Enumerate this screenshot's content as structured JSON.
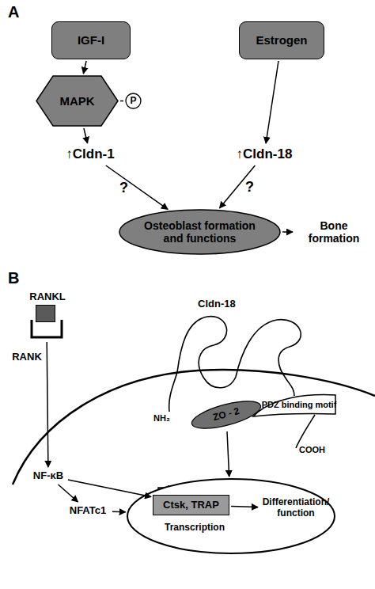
{
  "diagram": {
    "nodes": [
      {
        "text": [
          "IGF-I"
        ]
      },
      {
        "text": [
          "Estrogen"
        ]
      },
      {
        "text": [
          "MAPK"
        ]
      },
      {
        "text": [
          "P"
        ]
      },
      {
        "text": [
          "↑Cldn-1"
        ]
      },
      {
        "text": [
          "↑Cldn-18"
        ]
      },
      {
        "text": [
          "Osteoblast formation and functions"
        ]
      },
      {
        "text": [
          "Bone formation"
        ]
      },
      {
        "text": [
          "RANKL"
        ]
      },
      {
        "text": [
          "RANK"
        ]
      },
      {
        "text": [
          "ZO - 2"
        ]
      },
      {
        "text": [
          "PDZ binding motif"
        ]
      },
      {
        "text": [
          "NF-κB"
        ]
      },
      {
        "text": [
          "NFATc1"
        ]
      },
      {
        "text": [
          "Transcription"
        ]
      },
      {
        "text": [
          "Ctsk, TRAP"
        ],
        "in": 14
      },
      {
        "text": [
          "Differentiation/ function"
        ],
        "in": 14
      }
    ],
    "edges": [
      {
        "from": 0,
        "to": 2,
        "arrow": "to"
      },
      {
        "from": 2,
        "to": 3,
        "arrow": "none"
      },
      {
        "from": 2,
        "to": 4,
        "arrow": "to"
      },
      {
        "from": 1,
        "to": 5,
        "arrow": "to"
      },
      {
        "from": 4,
        "to": 6,
        "label": "?",
        "arrow": "to"
      },
      {
        "from": 5,
        "to": 6,
        "label": "?",
        "arrow": "to"
      },
      {
        "from": 6,
        "to": 7,
        "arrow": "to"
      },
      {
        "from": 9,
        "to": 12,
        "arrow": "to"
      },
      {
        "from": 12,
        "to": 13,
        "arrow": "to"
      },
      {
        "from": 12,
        "to": 15,
        "arrow": "to"
      },
      {
        "from": 13,
        "to": 14,
        "arrow": "to"
      },
      {
        "from": 10,
        "to": 14,
        "arrow": "to"
      },
      {
        "from": 15,
        "to": 16,
        "arrow": "to"
      }
    ],
    "labels": [
      "A",
      "B",
      "Cldn-18",
      "NH₂",
      "COOH"
    ]
  }
}
